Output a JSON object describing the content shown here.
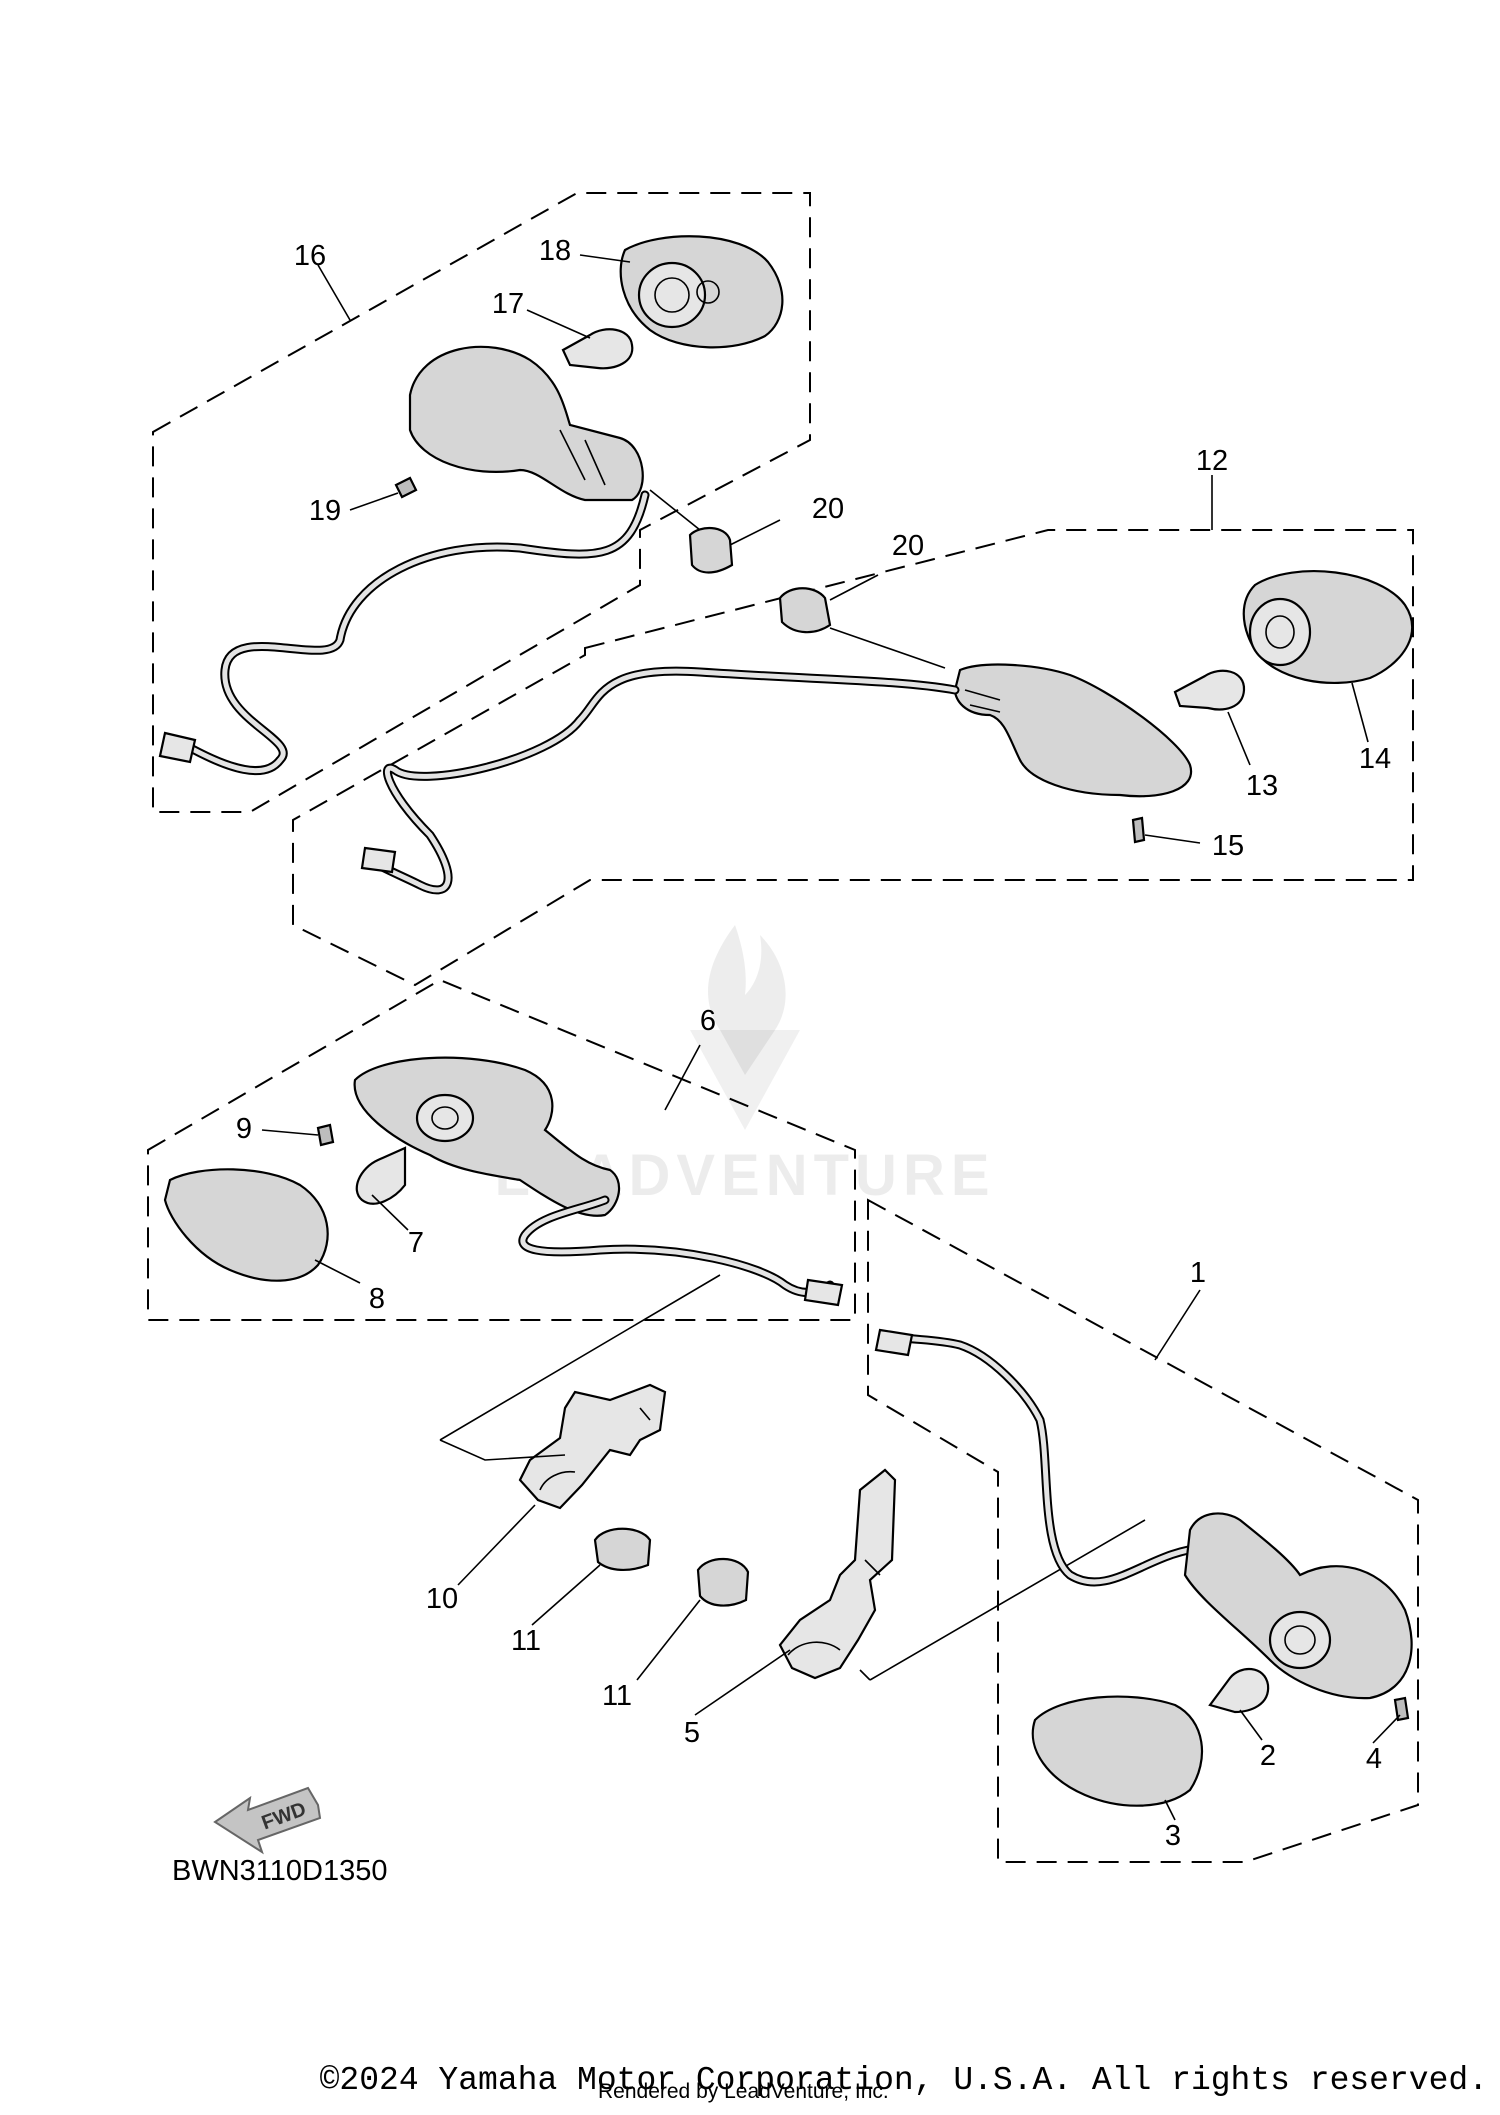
{
  "diagram": {
    "part_code": "BWN3110D1350",
    "direction_label": "FWD",
    "watermark": "LEADVENTURE",
    "callouts": [
      {
        "label": "1"
      },
      {
        "label": "2"
      },
      {
        "label": "3"
      },
      {
        "label": "4"
      },
      {
        "label": "5"
      },
      {
        "label": "6"
      },
      {
        "label": "7"
      },
      {
        "label": "8"
      },
      {
        "label": "9"
      },
      {
        "label": "10"
      },
      {
        "label": "11"
      },
      {
        "label": "11"
      },
      {
        "label": "12"
      },
      {
        "label": "13"
      },
      {
        "label": "14"
      },
      {
        "label": "15"
      },
      {
        "label": "16"
      },
      {
        "label": "17"
      },
      {
        "label": "18"
      },
      {
        "label": "19"
      },
      {
        "label": "20"
      },
      {
        "label": "20"
      }
    ]
  },
  "footer": {
    "copyright": "©2024 Yamaha Motor Corporation, U.S.A. All rights reserved.",
    "rendered_by": "Rendered by LeadVenture, Inc."
  }
}
